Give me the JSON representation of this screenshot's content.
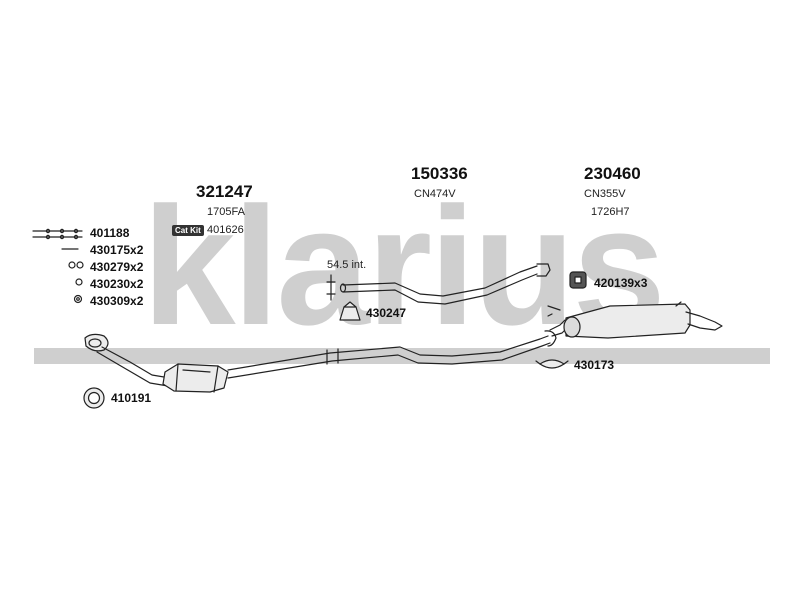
{
  "watermark": {
    "text": "klarius"
  },
  "parts": {
    "converter": {
      "number": "321247",
      "ref": "1705FA",
      "catkit_badge": "Cat Kit",
      "catkit_number": "401626"
    },
    "middle_pipe": {
      "number": "150336",
      "ref": "CN474V"
    },
    "rear_silencer": {
      "number": "230460",
      "ref": "CN355V",
      "ref2": "1726H7"
    }
  },
  "fittings": {
    "f1": "401188",
    "f2": "430175x2",
    "f3": "430279x2",
    "f4": "430230x2",
    "f5": "430309x2",
    "gasket": "410191",
    "clamp_mid": "430247",
    "rubber_mount": "420139x3",
    "clamp_rear": "430173"
  },
  "notes": {
    "cut_length": "54.5 int."
  },
  "colors": {
    "watermark": "#cfcfcf",
    "line": "#222222",
    "part_fill": "#ececec"
  }
}
